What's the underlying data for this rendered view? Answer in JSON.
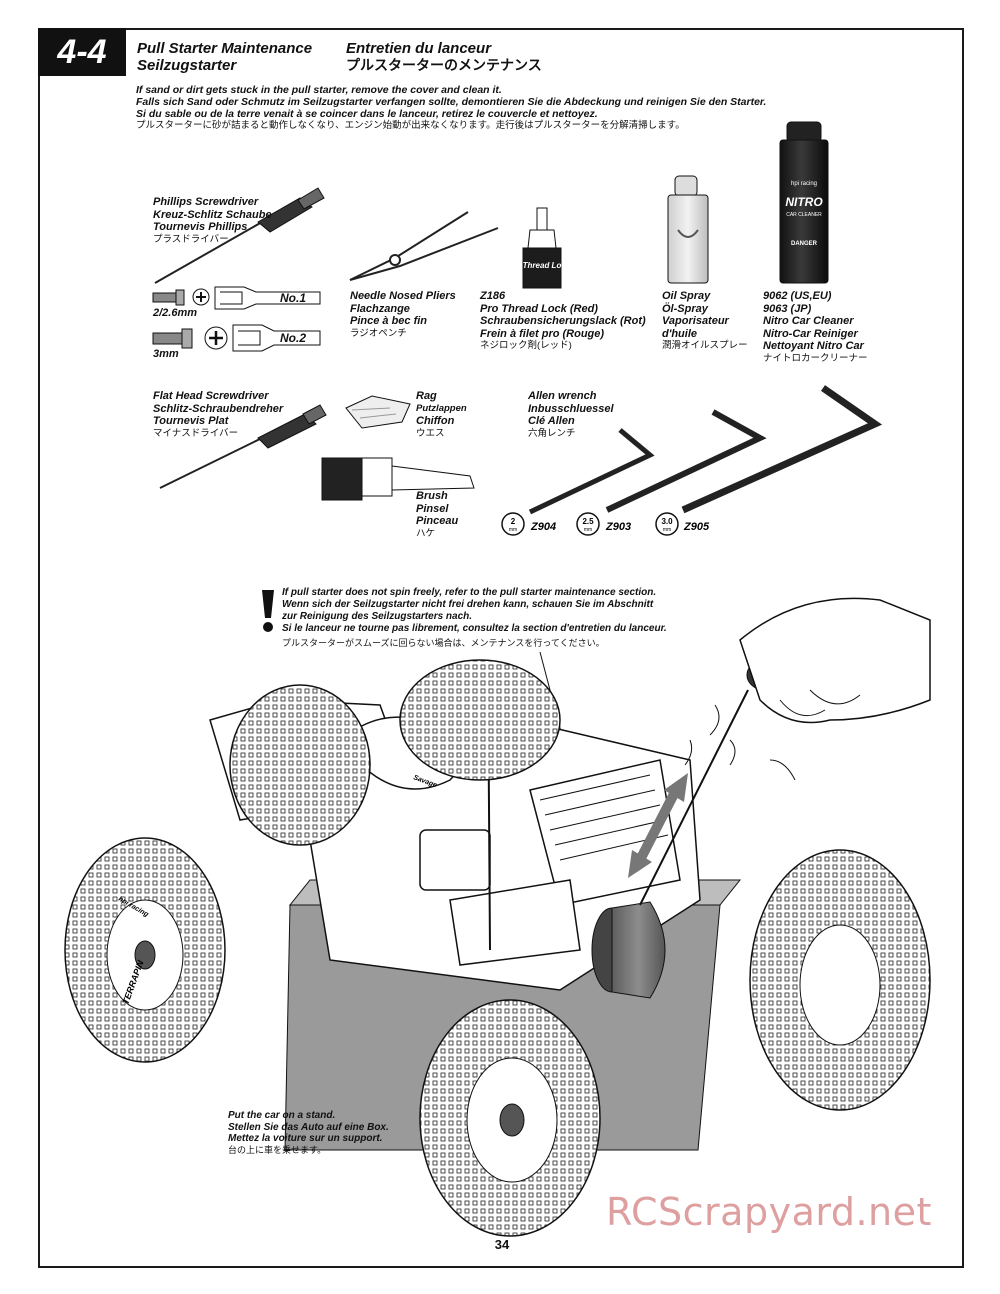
{
  "header": {
    "step": "4-4",
    "title_en": "Pull Starter Maintenance",
    "title_de": "Seilzugstarter",
    "title_fr": "Entretien du lanceur",
    "title_jp": "プルスターターのメンテナンス"
  },
  "intro": {
    "en": "If sand or dirt gets stuck in the pull starter, remove the cover and clean it.",
    "de": "Falls sich Sand oder Schmutz im Seilzugstarter verfangen sollte, demontieren Sie die Abdeckung und reinigen Sie den Starter.",
    "fr": "Si du sable ou de la terre venait à se coincer dans le lanceur, retirez le couvercle et nettoyez.",
    "jp": "プルスターターに砂が詰まると動作しなくなり、エンジン始動が出来なくなります。走行後はプルスターターを分解清掃します。"
  },
  "tools": {
    "phillips": {
      "en": "Phillips Screwdriver",
      "de": "Kreuz-Schlitz Schaube",
      "fr": "Tournevis Phillips",
      "jp": "プラスドライバー"
    },
    "screw_small": "2/2.6mm",
    "screw_large": "3mm",
    "no1": "No.1",
    "no2": "No.2",
    "pliers": {
      "en": "Needle Nosed Pliers",
      "de": "Flachzange",
      "fr": "Pince à bec fin",
      "jp": "ラジオペンチ"
    },
    "threadlock": {
      "code": "Z186",
      "en": "Pro Thread Lock (Red)",
      "de": "Schraubensicherungslack (Rot)",
      "fr": "Frein à filet pro (Rouge)",
      "jp": "ネジロック剤(レッド)",
      "bottle_text": "Thread Lo"
    },
    "oil": {
      "en": "Oil Spray",
      "de": "Öl-Spray",
      "fr1": "Vaporisateur",
      "fr2": "d'huile",
      "jp": "潤滑オイルスプレー"
    },
    "cleaner": {
      "code1": "9062 (US,EU)",
      "code2": "9063 (JP)",
      "en": "Nitro Car Cleaner",
      "de": "Nitro-Car Reiniger",
      "fr": "Nettoyant Nitro Car",
      "jp": "ナイトロカークリーナー",
      "can_brand": "hpi racing",
      "can_title": "NITRO",
      "can_sub": "CAR CLEANER",
      "can_danger": "DANGER"
    },
    "flathead": {
      "en": "Flat Head Screwdriver",
      "de": "Schlitz-Schraubendreher",
      "fr": "Tournevis Plat",
      "jp": "マイナスドライバー"
    },
    "rag": {
      "en": "Rag",
      "de": "Putzlappen",
      "fr": "Chiffon",
      "jp": "ウエス"
    },
    "brush": {
      "en": "Brush",
      "de": "Pinsel",
      "fr": "Pinceau",
      "jp": "ハケ"
    },
    "allen": {
      "en": "Allen wrench",
      "de": "Inbusschluessel",
      "fr": "Clé Allen",
      "jp": "六角レンチ",
      "sizes": [
        {
          "size": "2",
          "unit": "mm",
          "code": "Z904"
        },
        {
          "size": "2.5",
          "unit": "mm",
          "code": "Z903"
        },
        {
          "size": "3.0",
          "unit": "mm",
          "code": "Z905"
        }
      ]
    }
  },
  "warning": {
    "en": "If pull starter does not spin freely, refer to the pull starter maintenance section.",
    "de1": "Wenn sich der Seilzugstarter nicht frei drehen kann, schauen Sie im Abschnitt",
    "de2": "zur Reinigung des Seilzugstarters nach.",
    "fr": "Si le lanceur ne tourne pas librement, consultez la section d'entretien du lanceur.",
    "jp": "プルスターターがスムーズに回らない場合は、メンテナンスを行ってください。"
  },
  "stand": {
    "en": "Put the car on a stand.",
    "de": "Stellen Sie das Auto auf eine Box.",
    "fr": "Mettez la voiture sur un support.",
    "jp": "台の上に車を乗せます。"
  },
  "tire_text": "TERRAPIN",
  "wheel_brand": "hpi racing",
  "engine_brand": "Savage",
  "page_number": "34",
  "watermark": "RCScrapyard.net",
  "colors": {
    "ink": "#111111",
    "badge": "#111111",
    "watermark": "#d88f8f",
    "starter": "#7a7a7a"
  }
}
